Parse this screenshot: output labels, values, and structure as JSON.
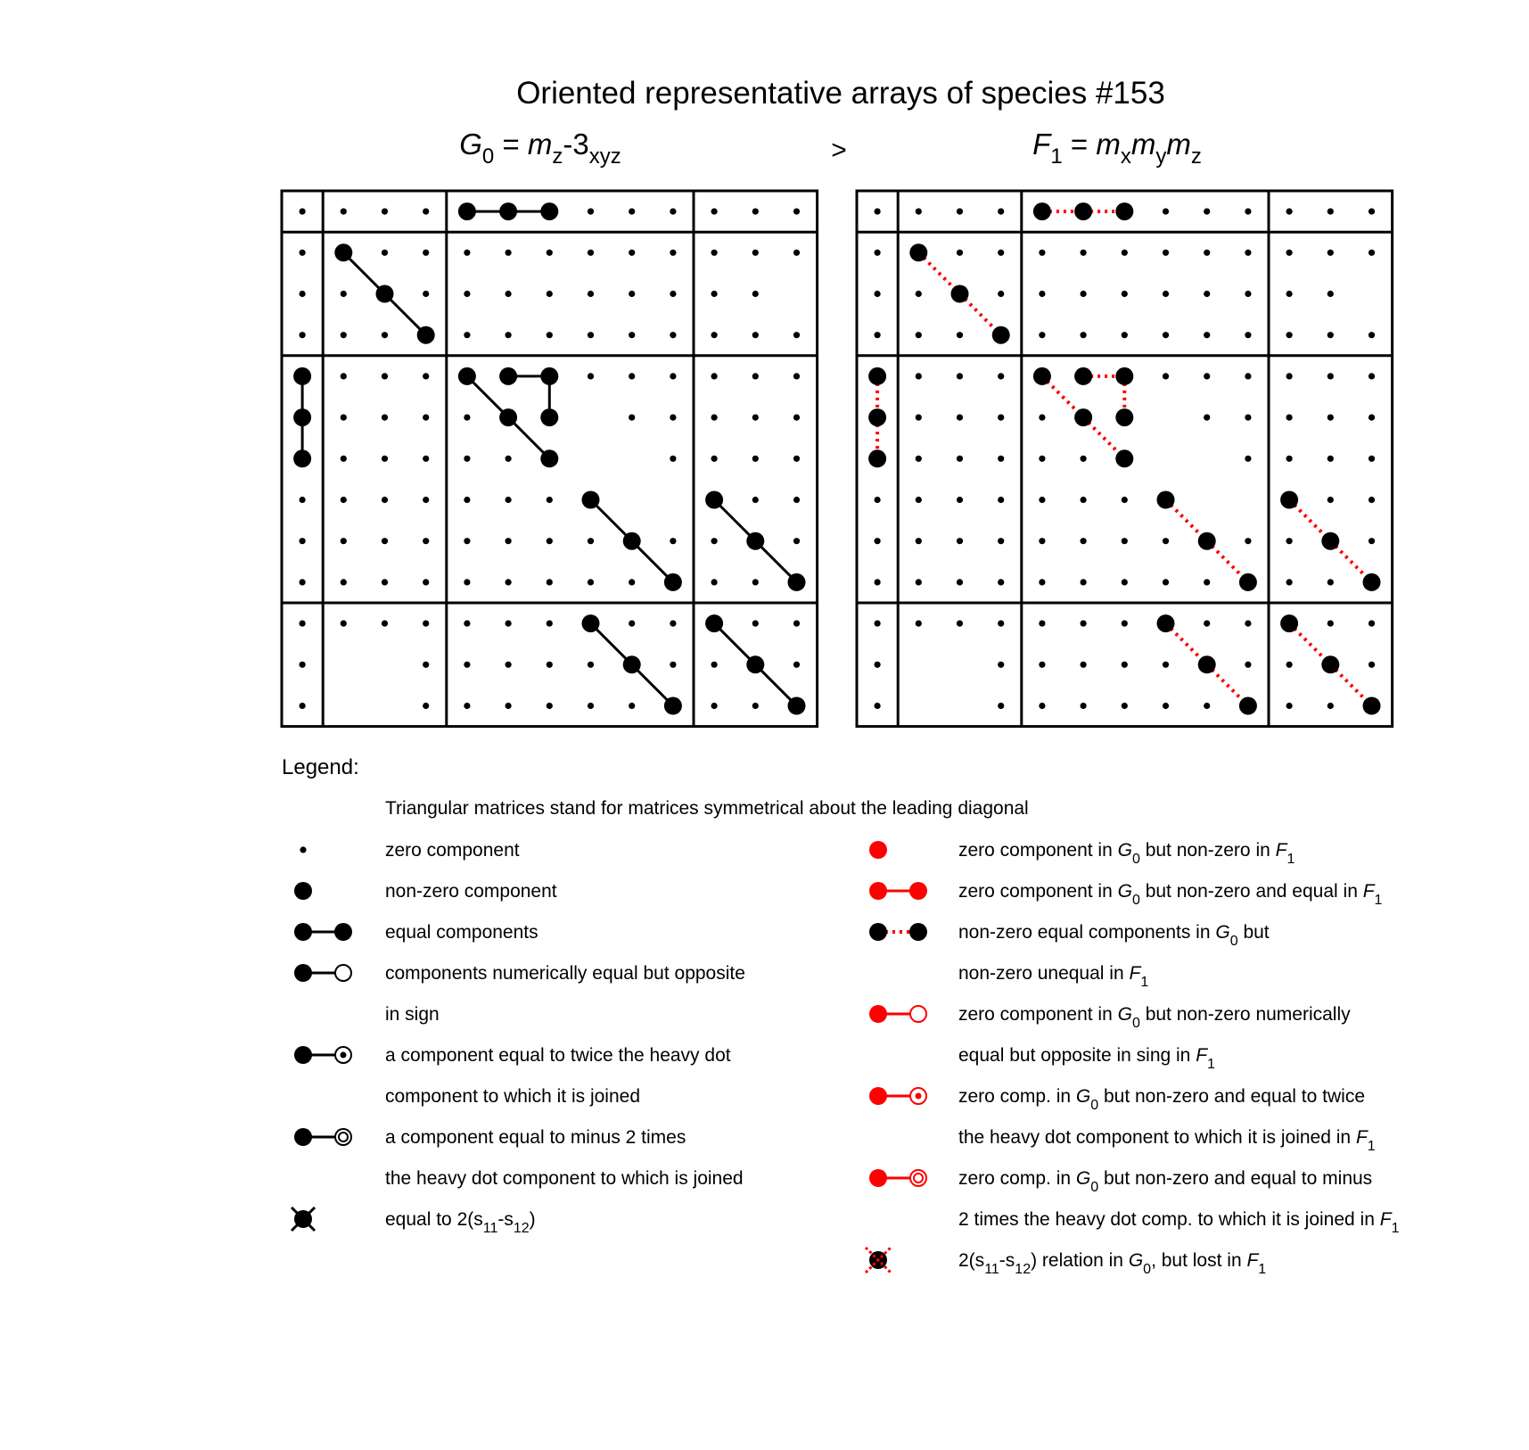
{
  "title": "Oriented representative arrays of species #153",
  "left_heading": {
    "G": "G",
    "G_sub": "0",
    "eq": " = ",
    "m": "m",
    "m_sub": "z",
    "mid": "-3",
    "mid_sub": "xyz"
  },
  "comparator": ">",
  "right_heading": {
    "F": "F",
    "F_sub": "1",
    "eq": " = ",
    "m1": "m",
    "s1": "x",
    "m2": "m",
    "s2": "y",
    "m3": "m",
    "s3": "z"
  },
  "matrix": {
    "rows": 13,
    "cols": 13,
    "row_blocks": [
      1,
      3,
      6,
      3
    ],
    "col_blocks": [
      1,
      3,
      6,
      3
    ],
    "blank_cells": [
      [
        2,
        12
      ],
      [
        11,
        1
      ],
      [
        11,
        2
      ],
      [
        12,
        1
      ],
      [
        12,
        2
      ],
      [
        5,
        7
      ],
      [
        6,
        7
      ],
      [
        6,
        8
      ],
      [
        7,
        7
      ],
      [
        7,
        8
      ],
      [
        7,
        9
      ]
    ],
    "heavy_cells": [
      [
        0,
        4
      ],
      [
        0,
        5
      ],
      [
        0,
        6
      ],
      [
        1,
        1
      ],
      [
        2,
        2
      ],
      [
        3,
        3
      ],
      [
        4,
        0
      ],
      [
        5,
        0
      ],
      [
        6,
        0
      ],
      [
        4,
        4
      ],
      [
        4,
        5
      ],
      [
        4,
        6
      ],
      [
        5,
        5
      ],
      [
        5,
        6
      ],
      [
        6,
        6
      ],
      [
        7,
        7
      ],
      [
        8,
        8
      ],
      [
        9,
        9
      ],
      [
        7,
        10
      ],
      [
        8,
        11
      ],
      [
        9,
        12
      ],
      [
        10,
        7
      ],
      [
        11,
        8
      ],
      [
        12,
        9
      ],
      [
        10,
        10
      ],
      [
        11,
        11
      ],
      [
        12,
        12
      ]
    ],
    "links": [
      [
        [
          0,
          4
        ],
        [
          0,
          5
        ]
      ],
      [
        [
          0,
          5
        ],
        [
          0,
          6
        ]
      ],
      [
        [
          1,
          1
        ],
        [
          2,
          2
        ]
      ],
      [
        [
          2,
          2
        ],
        [
          3,
          3
        ]
      ],
      [
        [
          4,
          0
        ],
        [
          5,
          0
        ]
      ],
      [
        [
          5,
          0
        ],
        [
          6,
          0
        ]
      ],
      [
        [
          4,
          4
        ],
        [
          5,
          5
        ]
      ],
      [
        [
          5,
          5
        ],
        [
          6,
          6
        ]
      ],
      [
        [
          4,
          5
        ],
        [
          4,
          6
        ]
      ],
      [
        [
          4,
          6
        ],
        [
          5,
          6
        ]
      ],
      [
        [
          7,
          7
        ],
        [
          8,
          8
        ]
      ],
      [
        [
          8,
          8
        ],
        [
          9,
          9
        ]
      ],
      [
        [
          7,
          10
        ],
        [
          8,
          11
        ]
      ],
      [
        [
          8,
          11
        ],
        [
          9,
          12
        ]
      ],
      [
        [
          10,
          7
        ],
        [
          11,
          8
        ]
      ],
      [
        [
          11,
          8
        ],
        [
          12,
          9
        ]
      ],
      [
        [
          10,
          10
        ],
        [
          11,
          11
        ]
      ],
      [
        [
          11,
          11
        ],
        [
          12,
          12
        ]
      ]
    ],
    "left_link_style": "solid-black",
    "right_link_style": "dotted-red"
  },
  "legend": {
    "heading": "Legend:",
    "note": "Triangular matrices stand for matrices symmetrical about the leading diagonal",
    "left": [
      {
        "symbol": "small-dot",
        "lines": [
          [
            "zero component"
          ]
        ]
      },
      {
        "symbol": "heavy-dot",
        "lines": [
          [
            "non-zero component"
          ]
        ]
      },
      {
        "symbol": "equal-link",
        "lines": [
          [
            "equal components"
          ]
        ]
      },
      {
        "symbol": "opposite-sign-link",
        "lines": [
          [
            "components numerically equal but opposite"
          ],
          [
            "in sign"
          ]
        ]
      },
      {
        "symbol": "twice-link",
        "lines": [
          [
            "a component equal to twice the heavy dot"
          ],
          [
            "component to which it is joined"
          ]
        ]
      },
      {
        "symbol": "minus-twice-link",
        "lines": [
          [
            "a component equal to minus 2 times"
          ],
          [
            "the heavy dot component to which is joined"
          ]
        ]
      },
      {
        "symbol": "crossed-dot",
        "lines": [
          [
            "equal to 2(s",
            {
              "sub": "11"
            },
            "-s",
            {
              "sub": "12"
            },
            ")"
          ]
        ]
      }
    ],
    "right": [
      {
        "symbol": "red-dot",
        "lines": [
          [
            "zero component in ",
            {
              "i": "G"
            },
            {
              "sub": "0"
            },
            " but non-zero in ",
            {
              "i": "F"
            },
            {
              "sub": "1"
            }
          ]
        ]
      },
      {
        "symbol": "red-equal-link",
        "lines": [
          [
            "zero component in ",
            {
              "i": "G"
            },
            {
              "sub": "0"
            },
            " but non-zero and equal in ",
            {
              "i": "F"
            },
            {
              "sub": "1"
            }
          ]
        ]
      },
      {
        "symbol": "broken-equal-link",
        "lines": [
          [
            "non-zero equal components in ",
            {
              "i": "G"
            },
            {
              "sub": "0"
            },
            " but"
          ],
          [
            "non-zero unequal in ",
            {
              "i": "F"
            },
            {
              "sub": "1"
            }
          ]
        ]
      },
      {
        "symbol": "red-opposite-link",
        "lines": [
          [
            "zero component in ",
            {
              "i": "G"
            },
            {
              "sub": "0"
            },
            " but non-zero numerically"
          ],
          [
            "equal but opposite in sing in ",
            {
              "i": "F"
            },
            {
              "sub": "1"
            }
          ]
        ]
      },
      {
        "symbol": "red-twice-link",
        "lines": [
          [
            "zero comp. in ",
            {
              "i": "G"
            },
            {
              "sub": "0"
            },
            " but non-zero and equal to twice"
          ],
          [
            "the heavy dot component to which it is joined in ",
            {
              "i": "F"
            },
            {
              "sub": "1"
            }
          ]
        ]
      },
      {
        "symbol": "red-minus-twice-link",
        "lines": [
          [
            "zero comp. in ",
            {
              "i": "G"
            },
            {
              "sub": "0"
            },
            " but non-zero and equal to minus"
          ],
          [
            "2 times the heavy dot comp. to which it is joined in ",
            {
              "i": "F"
            },
            {
              "sub": "1"
            }
          ]
        ]
      },
      {
        "symbol": "lost-crossed-dot",
        "lines": [
          [
            "2(s",
            {
              "sub": "11"
            },
            "-s",
            {
              "sub": "12"
            },
            ") relation in ",
            {
              "i": "G"
            },
            {
              "sub": "0"
            },
            ", but lost in ",
            {
              "i": "F"
            },
            {
              "sub": "1"
            }
          ]
        ]
      }
    ]
  }
}
